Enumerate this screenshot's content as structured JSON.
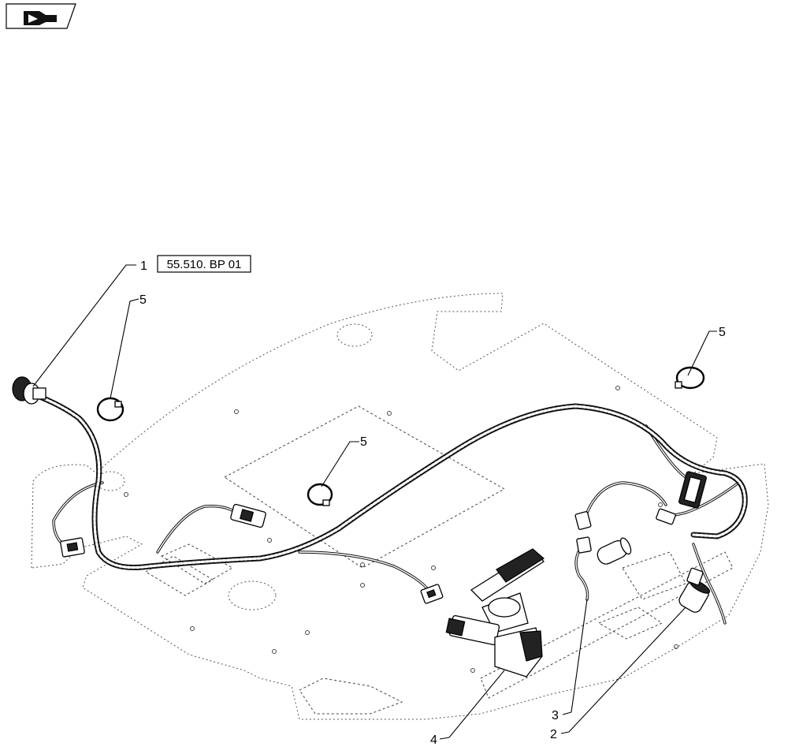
{
  "icon_box": {
    "icon": "book-arrow-icon"
  },
  "reference_label": "55.510. BP 01",
  "callouts": [
    {
      "id": "1",
      "text": "1"
    },
    {
      "id": "5a",
      "text": "5"
    },
    {
      "id": "5b",
      "text": "5"
    },
    {
      "id": "5c",
      "text": "5"
    },
    {
      "id": "3",
      "text": "3"
    },
    {
      "id": "2",
      "text": "2"
    },
    {
      "id": "4",
      "text": "4"
    }
  ]
}
